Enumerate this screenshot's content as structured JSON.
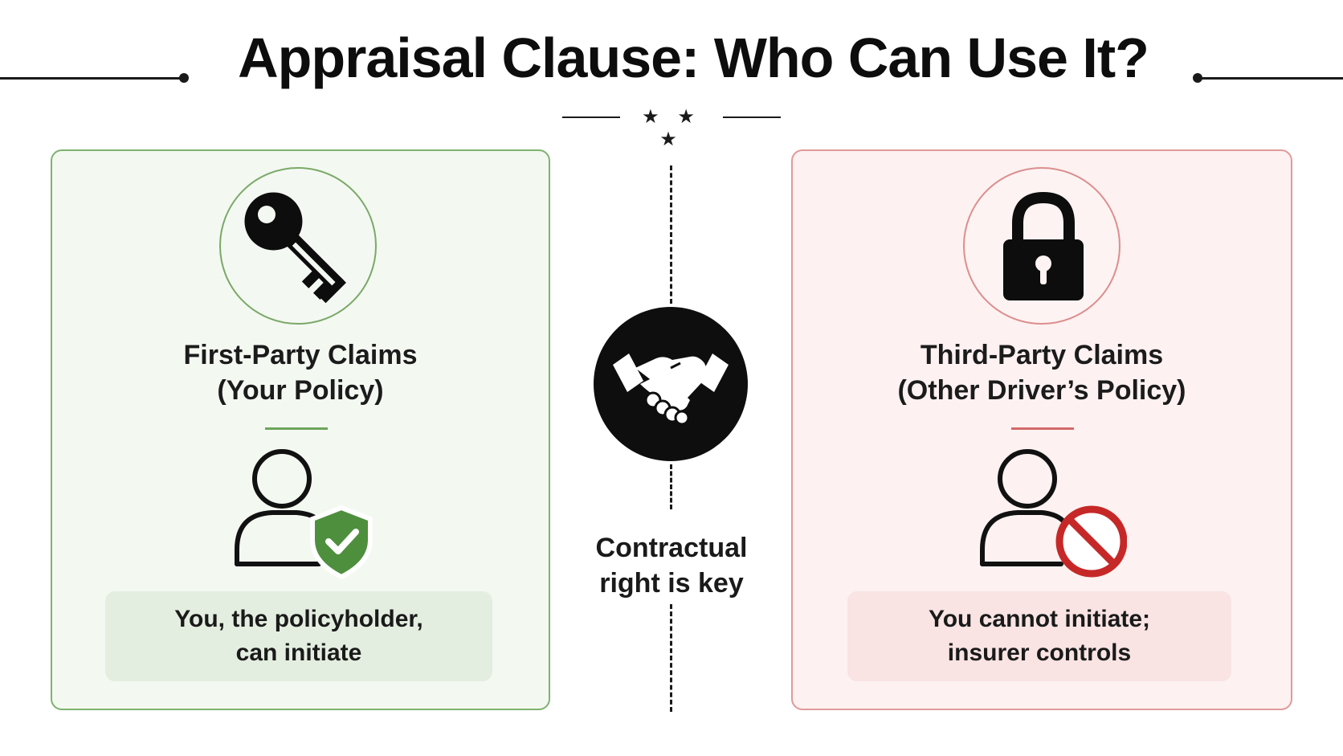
{
  "title": "Appraisal Clause: Who Can Use It?",
  "ornament": "★ ★ ★",
  "first_party": {
    "icon": "key-icon",
    "heading_line1": "First-Party Claims",
    "heading_line2": "(Your Policy)",
    "person_icon": "person-with-check-shield-icon",
    "note_line1": "You, the policyholder,",
    "note_line2": "can initiate",
    "accent": "#6ea55c"
  },
  "center": {
    "icon": "handshake-icon",
    "caption_line1": "Contractual",
    "caption_line2": "right is key"
  },
  "third_party": {
    "icon": "padlock-icon",
    "heading_line1": "Third-Party Claims",
    "heading_line2": "(Other Driver’s Policy)",
    "person_icon": "person-with-prohibited-icon",
    "note_line1": "You cannot initiate;",
    "note_line2": "insurer controls",
    "accent": "#c62828"
  }
}
